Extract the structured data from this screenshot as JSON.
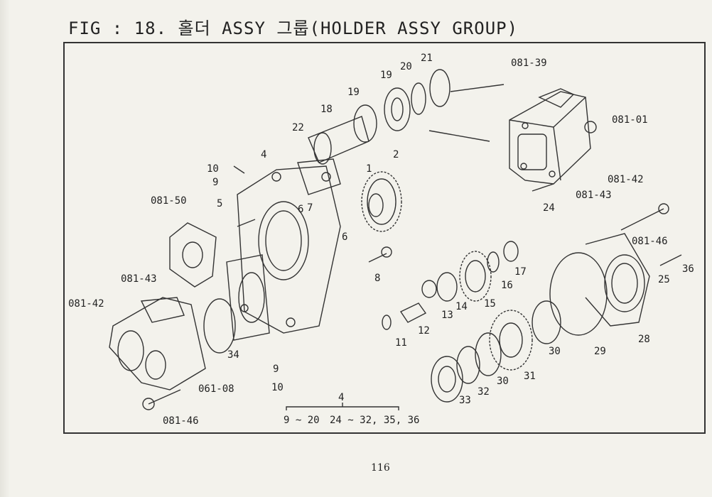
{
  "figure": {
    "title": "FIG : 18. 홀더 ASSY 그룹(HOLDER ASSY GROUP)",
    "page_number": "116"
  },
  "callouts": [
    {
      "id": "081-39",
      "text": "081-39"
    },
    {
      "id": "081-01",
      "text": "081-01"
    },
    {
      "id": "081-42a",
      "text": "081-42"
    },
    {
      "id": "081-43a",
      "text": "081-43"
    },
    {
      "id": "21",
      "text": "21"
    },
    {
      "id": "20",
      "text": "20"
    },
    {
      "id": "19a",
      "text": "19"
    },
    {
      "id": "19b",
      "text": "19"
    },
    {
      "id": "18",
      "text": "18"
    },
    {
      "id": "22",
      "text": "22"
    },
    {
      "id": "4",
      "text": "4"
    },
    {
      "id": "10a",
      "text": "10"
    },
    {
      "id": "9a",
      "text": "9"
    },
    {
      "id": "1",
      "text": "1"
    },
    {
      "id": "2",
      "text": "2"
    },
    {
      "id": "24",
      "text": "24"
    },
    {
      "id": "081-50",
      "text": "081-50"
    },
    {
      "id": "5",
      "text": "5"
    },
    {
      "id": "6a",
      "text": "6"
    },
    {
      "id": "7",
      "text": "7"
    },
    {
      "id": "6b",
      "text": "6"
    },
    {
      "id": "8",
      "text": "8"
    },
    {
      "id": "081-46a",
      "text": "081-46"
    },
    {
      "id": "36",
      "text": "36"
    },
    {
      "id": "25",
      "text": "25"
    },
    {
      "id": "17",
      "text": "17"
    },
    {
      "id": "16",
      "text": "16"
    },
    {
      "id": "15",
      "text": "15"
    },
    {
      "id": "14",
      "text": "14"
    },
    {
      "id": "13",
      "text": "13"
    },
    {
      "id": "12",
      "text": "12"
    },
    {
      "id": "11",
      "text": "11"
    },
    {
      "id": "081-43b",
      "text": "081-43"
    },
    {
      "id": "081-42b",
      "text": "081-42"
    },
    {
      "id": "34",
      "text": "34"
    },
    {
      "id": "9b",
      "text": "9"
    },
    {
      "id": "10b",
      "text": "10"
    },
    {
      "id": "061-08",
      "text": "061-08"
    },
    {
      "id": "081-46b",
      "text": "081-46"
    },
    {
      "id": "30a",
      "text": "30"
    },
    {
      "id": "30b",
      "text": "30"
    },
    {
      "id": "31",
      "text": "31"
    },
    {
      "id": "32",
      "text": "32"
    },
    {
      "id": "33",
      "text": "33"
    },
    {
      "id": "29",
      "text": "29"
    },
    {
      "id": "28",
      "text": "28"
    }
  ],
  "bracket": {
    "top_label": "4",
    "left_range": "9 ~ 20",
    "right_range": "24 ~ 32, 35, 36"
  }
}
